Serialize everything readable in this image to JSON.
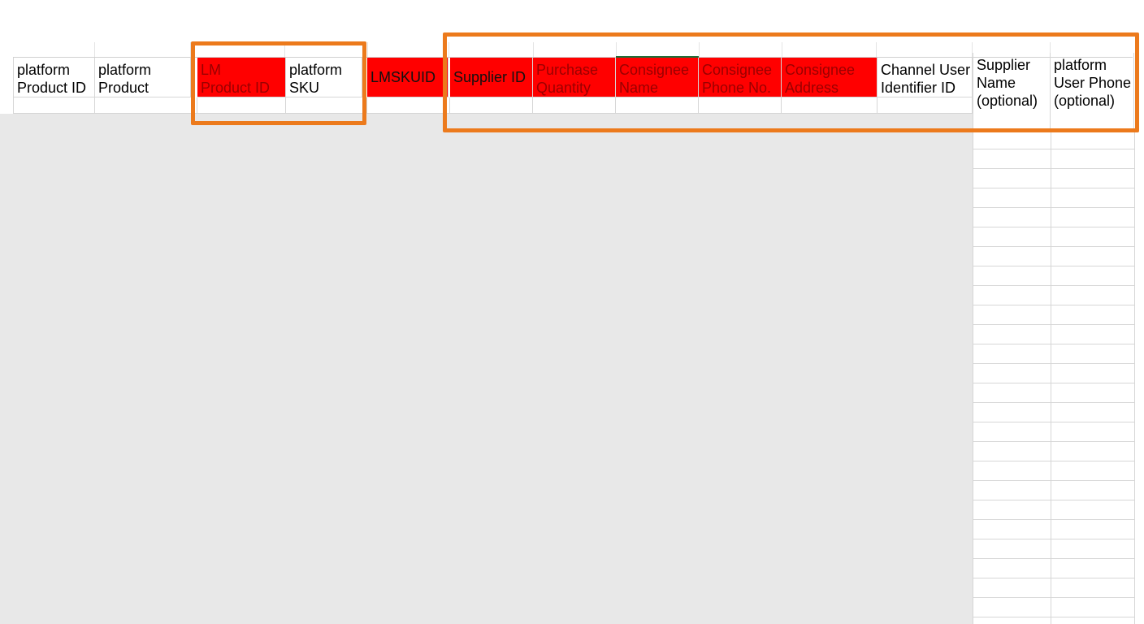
{
  "spreadsheet": {
    "headers": [
      {
        "label": "platform\nProduct ID"
      },
      {
        "label": "platform\nProduct Name"
      },
      {
        "label": "LM\nProduct ID"
      },
      {
        "label": "platform\nSKU Name"
      },
      {
        "label": "LMSKUID"
      },
      {
        "label": "Supplier ID"
      },
      {
        "label": "Purchase\nQuantity"
      },
      {
        "label": "Consignee\nName"
      },
      {
        "label": "Consignee\nPhone No."
      },
      {
        "label": "Consignee\nAddress"
      },
      {
        "label": "Channel User\nIdentifier ID"
      },
      {
        "label": "Supplier\nName\n(optional)"
      },
      {
        "label": "platform\nUser Phone\n(optional)"
      }
    ]
  },
  "colors": {
    "required_fill": "#ff0000",
    "highlight_outline": "#ec7a1c",
    "redacted_overlay": "#e8e8e8"
  }
}
